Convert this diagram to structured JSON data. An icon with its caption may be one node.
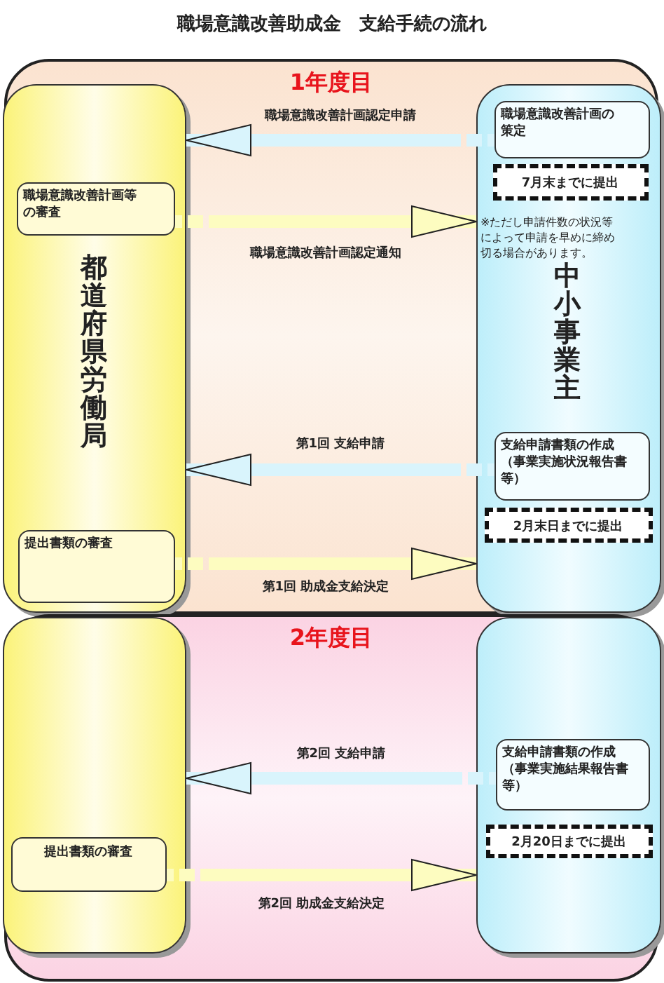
{
  "diagram": {
    "title": "職場意識改善助成金　支給手続の流れ",
    "nodes": [
      {
        "text": [
          "1年度目"
        ]
      },
      {
        "text": [
          "都道府県労働局"
        ],
        "in": 0
      },
      {
        "text": [
          "職場意識改善計画等の審査"
        ],
        "in": 1
      },
      {
        "text": [
          "提出書類の審査"
        ],
        "in": 1
      },
      {
        "text": [
          "※ただし申請件数の状況等によって申請を早めに締め切る場合があります。",
          "中小事業主"
        ],
        "in": 0
      },
      {
        "text": [
          "職場意識改善計画の策定"
        ],
        "in": 4
      },
      {
        "text": [
          "7月末までに提出"
        ],
        "in": 4
      },
      {
        "text": [
          "支給申請書類の作成（事業実施状況報告書等）"
        ],
        "in": 4
      },
      {
        "text": [
          "2月末日までに提出"
        ],
        "in": 4
      },
      {
        "text": [
          "2年度目"
        ]
      },
      {
        "text": [],
        "shape": "box",
        "in": 9
      },
      {
        "text": [
          "提出書類の審査"
        ],
        "in": 10
      },
      {
        "text": [],
        "shape": "box",
        "in": 9
      },
      {
        "text": [
          "支給申請書類の作成（事業実施結果報告書等）"
        ],
        "in": 12
      },
      {
        "text": [
          "2月20日までに提出"
        ],
        "in": 12
      }
    ],
    "edges": [
      {
        "from": 5,
        "to": 1,
        "arrow": "to",
        "label": "職場意識改善計画認定申請",
        "color": "#d9f4fc"
      },
      {
        "from": 2,
        "to": 4,
        "arrow": "to",
        "label": "職場意識改善計画認定通知",
        "color": "#fdfcc0"
      },
      {
        "from": 7,
        "to": 1,
        "arrow": "to",
        "label": "第1回 支給申請",
        "color": "#d9f4fc"
      },
      {
        "from": 3,
        "to": 4,
        "arrow": "to",
        "label": "第1回 助成金支給決定",
        "color": "#fdfcc0"
      },
      {
        "from": 13,
        "to": 10,
        "arrow": "to",
        "label": "第2回 支給申請",
        "color": "#d9f4fc"
      },
      {
        "from": 11,
        "to": 12,
        "arrow": "to",
        "label": "第2回 助成金支給決定",
        "color": "#fdfcc0"
      }
    ]
  }
}
